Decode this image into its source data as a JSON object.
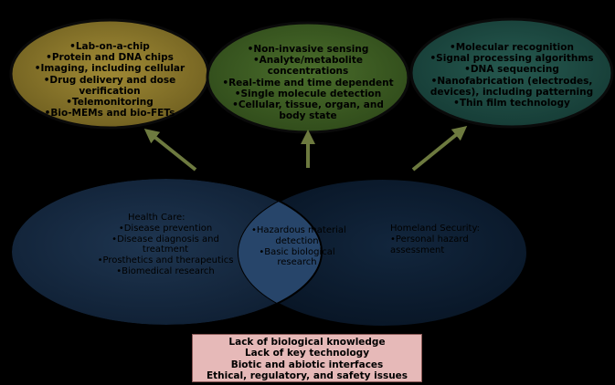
{
  "colors": {
    "background": "#000000",
    "left_bubble": "#8e7a2c",
    "center_bubble": "#3d5e23",
    "right_bubble": "#1e4c44",
    "venn_left": "#17293f",
    "venn_right": "#0c1c30",
    "venn_overlap": "#24405c",
    "arrow": "#6d7a3f",
    "limitations_box": "#e6b9b8"
  },
  "bubbles": {
    "left": {
      "items": [
        "•Lab-on-a-chip",
        "•Protein and DNA chips",
        "•Imaging, including cellular",
        "•Drug delivery and dose",
        "verification",
        "•Telemonitoring",
        "•Bio-MEMs and bio-FETs"
      ]
    },
    "center": {
      "items": [
        "•Non-invasive sensing",
        "•Analyte/metabolite",
        "concentrations",
        "•Real-time and time  dependent",
        "•Single molecule detection",
        "•Cellular, tissue, organ, and",
        "body state"
      ]
    },
    "right": {
      "items": [
        "•Molecular recognition",
        "•Signal processing algorithms",
        "•DNA sequencing",
        "•Nanofabrication  (electrodes,",
        "devices), including patterning",
        "•Thin film technology"
      ]
    }
  },
  "venn": {
    "left": {
      "title": "Health Care:",
      "items": [
        "•Disease prevention",
        "•Disease diagnosis and",
        "treatment",
        "•Prosthetics and therapeutics",
        "•Biomedical research"
      ]
    },
    "overlap": {
      "items": [
        "•Hazardous material",
        "detection",
        "•Basic biological",
        "research"
      ]
    },
    "right": {
      "title": "Homeland Security:",
      "items": [
        "•Personal hazard",
        "assessment"
      ]
    }
  },
  "limitations": [
    "Lack of biological knowledge",
    "Lack of key technology",
    "Biotic and abiotic interfaces",
    "Ethical, regulatory, and safety issues"
  ]
}
